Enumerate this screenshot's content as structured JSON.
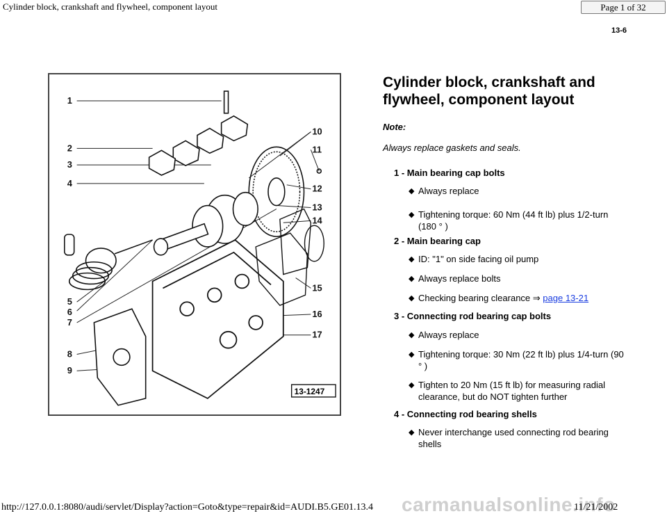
{
  "header": {
    "title": "Cylinder block, crankshaft and flywheel, component layout",
    "page_indicator": "Page 1 of 32",
    "page_code": "13-6"
  },
  "figure": {
    "drawing_number": "13-1247",
    "callouts": [
      "1",
      "2",
      "3",
      "4",
      "5",
      "6",
      "7",
      "8",
      "9",
      "10",
      "11",
      "12",
      "13",
      "14",
      "15",
      "16",
      "17"
    ]
  },
  "content": {
    "heading": "Cylinder block, crankshaft and flywheel, component layout",
    "note_label": "Note:",
    "note_text": "Always replace gaskets and seals.",
    "items": [
      {
        "title": "1 - Main bearing cap bolts",
        "bullets": [
          {
            "text": "Always replace"
          },
          {
            "text": "Tightening torque: 60 Nm (44 ft lb) plus 1/2-turn (180 ° )"
          }
        ]
      },
      {
        "title": "2 - Main bearing cap",
        "bullets": [
          {
            "text": "ID: \"1\" on side facing oil pump"
          },
          {
            "text": "Always replace bolts"
          },
          {
            "text": "Checking bearing clearance ⇒ ",
            "link": "page 13-21"
          }
        ]
      },
      {
        "title": "3 - Connecting rod bearing cap bolts",
        "bullets": [
          {
            "text": "Always replace"
          },
          {
            "text": "Tightening torque: 30 Nm (22 ft lb) plus 1/4-turn (90 ° )"
          },
          {
            "text": "Tighten to 20 Nm (15 ft lb) for measuring radial clearance, but do NOT tighten further"
          }
        ]
      },
      {
        "title": "4 - Connecting rod bearing shells",
        "bullets": [
          {
            "text": "Never interchange used connecting rod bearing shells"
          }
        ]
      }
    ]
  },
  "footer": {
    "url": "http://127.0.0.1:8080/audi/servlet/Display?action=Goto&type=repair&id=AUDI.B5.GE01.13.4",
    "date": "11/21/2002",
    "watermark": "carmanualsonline.info"
  }
}
